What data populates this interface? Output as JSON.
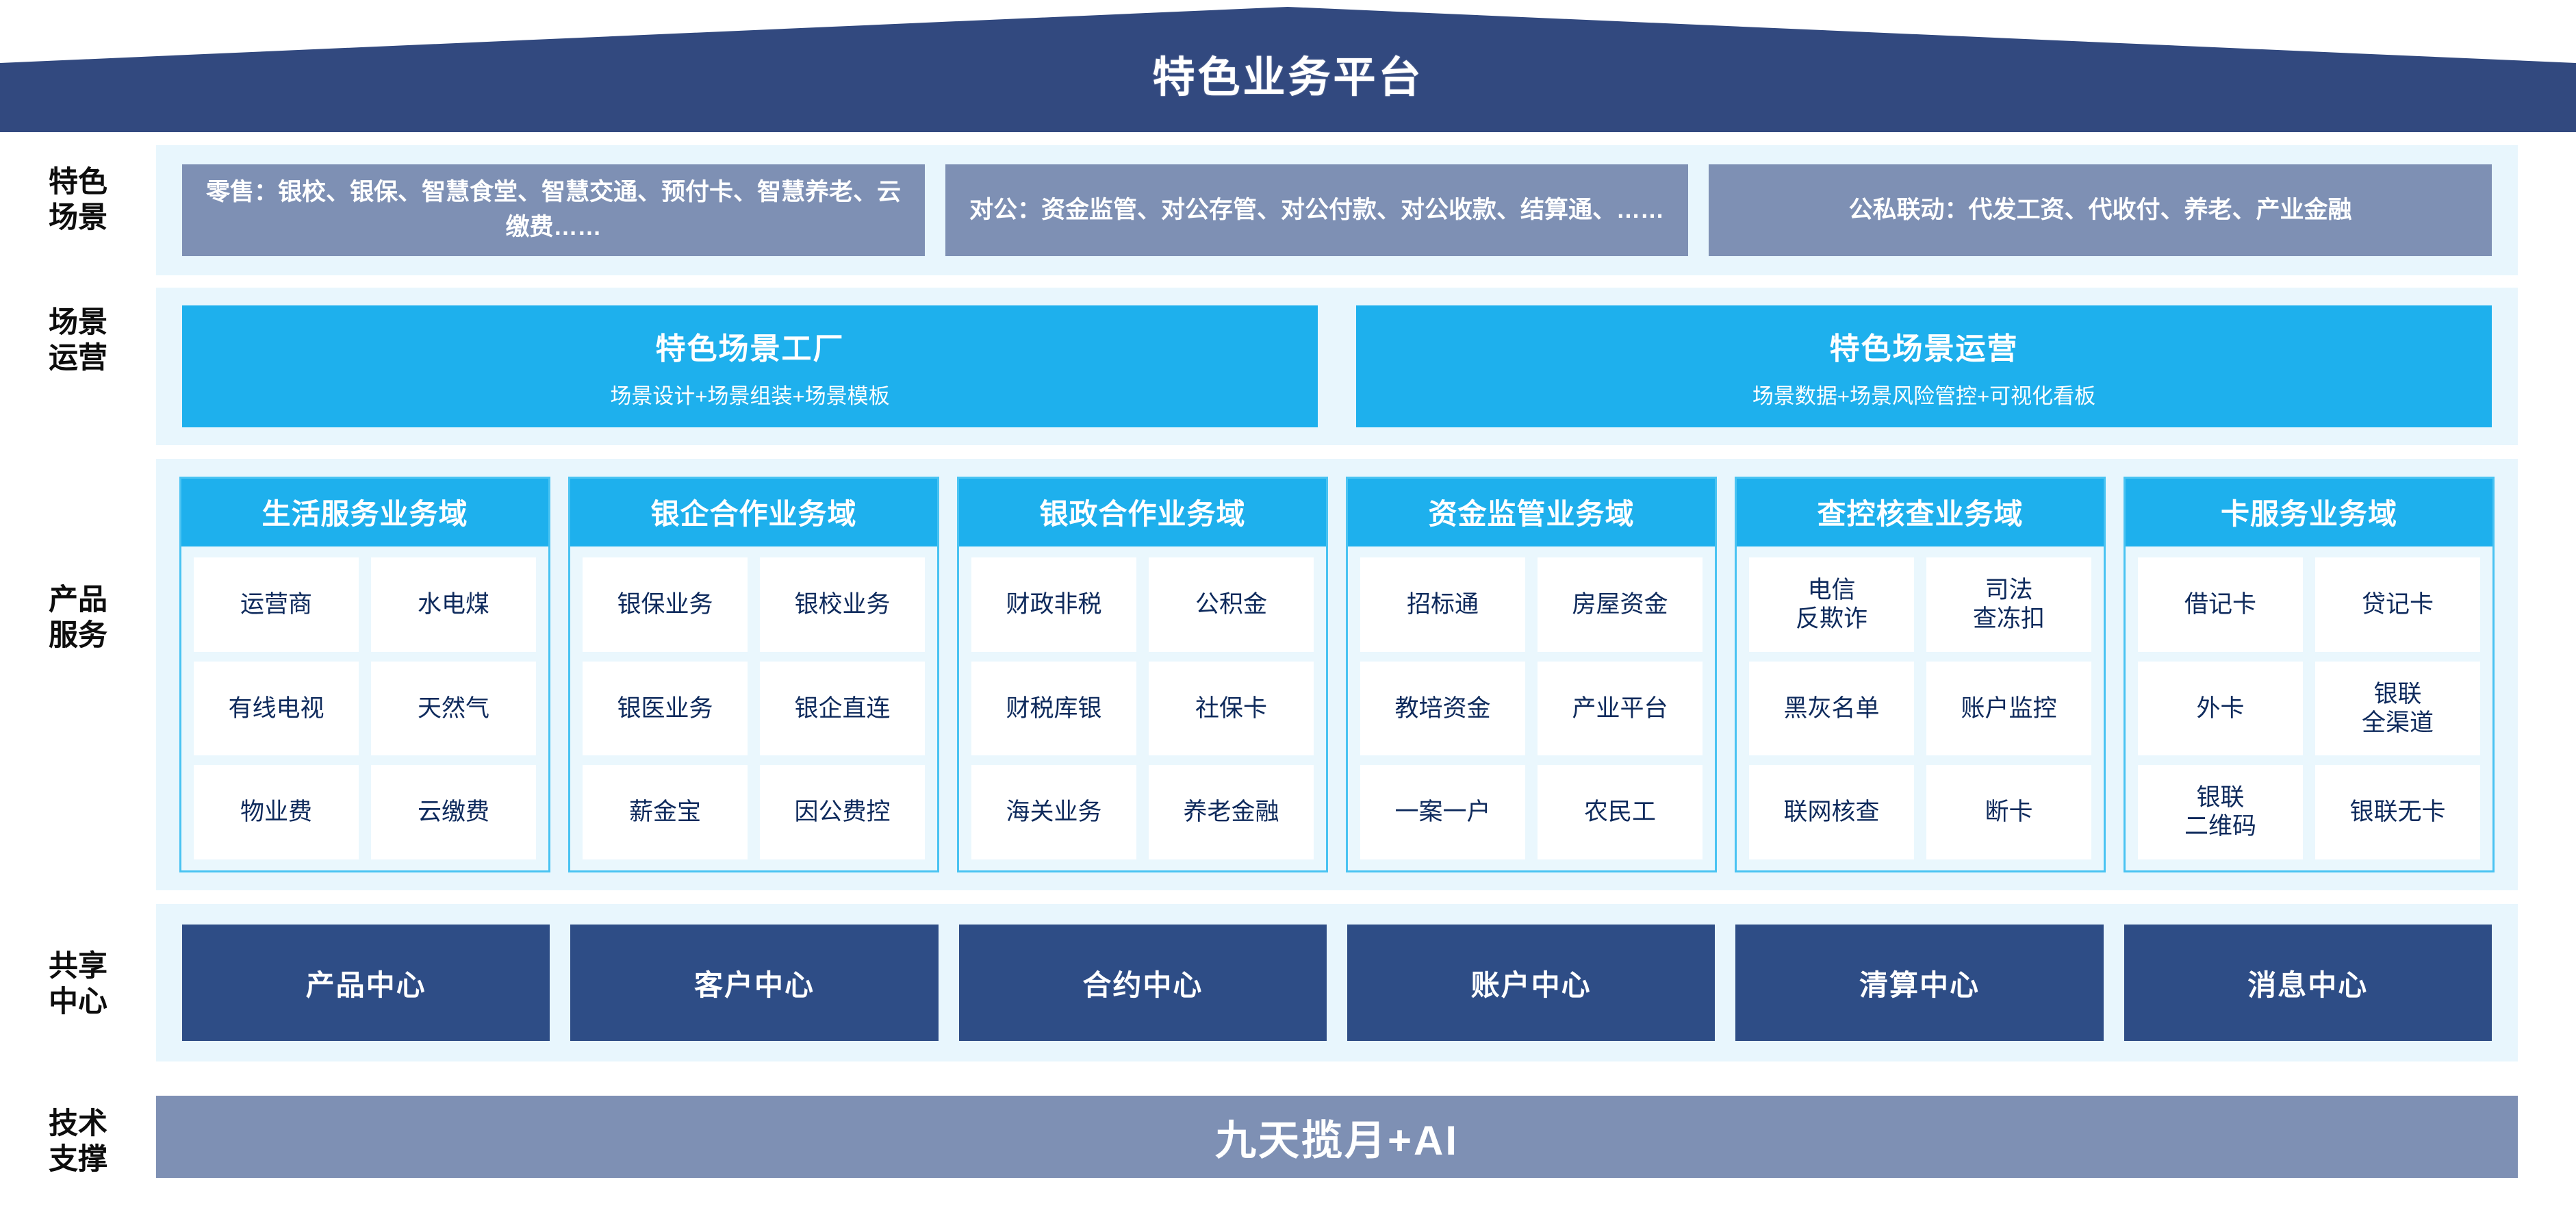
{
  "header": {
    "title": "特色业务平台",
    "roof_color": "#32497f"
  },
  "rails": [
    {
      "name": "scene-rail",
      "label": "特色\n场景"
    },
    {
      "name": "operation-rail",
      "label": "场景\n运营"
    },
    {
      "name": "product-rail",
      "label": "产品\n服务"
    },
    {
      "name": "share-rail",
      "label": "共享\n中心"
    },
    {
      "name": "tech-rail",
      "label": "技术\n支撑"
    }
  ],
  "scenes": {
    "retail": "零售：银校、银保、智慧食堂、智慧交通、预付卡、智慧养老、云缴费……",
    "corporate": "对公：资金监管、对公存管、对公付款、对公收款、结算通、……",
    "linkage": "公私联动：代发工资、代收付、养老、产业金融"
  },
  "operations": [
    {
      "title": "特色场景工厂",
      "subtitle": "场景设计+场景组装+场景模板"
    },
    {
      "title": "特色场景运营",
      "subtitle": "场景数据+场景风险管控+可视化看板"
    }
  ],
  "domains": [
    {
      "title": "生活服务业务域",
      "cells": [
        "运营商",
        "水电煤",
        "有线电视",
        "天然气",
        "物业费",
        "云缴费"
      ]
    },
    {
      "title": "银企合作业务域",
      "cells": [
        "银保业务",
        "银校业务",
        "银医业务",
        "银企直连",
        "薪金宝",
        "因公费控"
      ]
    },
    {
      "title": "银政合作业务域",
      "cells": [
        "财政非税",
        "公积金",
        "财税库银",
        "社保卡",
        "海关业务",
        "养老金融"
      ]
    },
    {
      "title": "资金监管业务域",
      "cells": [
        "招标通",
        "房屋资金",
        "教培资金",
        "产业平台",
        "一案一户",
        "农民工"
      ]
    },
    {
      "title": "查控核查业务域",
      "cells": [
        "电信\n反欺诈",
        "司法\n查冻扣",
        "黑灰名单",
        "账户监控",
        "联网核查",
        "断卡"
      ]
    },
    {
      "title": "卡服务业务域",
      "cells": [
        "借记卡",
        "贷记卡",
        "外卡",
        "银联\n全渠道",
        "银联\n二维码",
        "银联无卡"
      ]
    }
  ],
  "shared_centers": [
    "产品中心",
    "客户中心",
    "合约中心",
    "账户中心",
    "清算中心",
    "消息中心"
  ],
  "tech_support": "九天揽月+AI",
  "colors": {
    "roof": "#32497f",
    "panel": "#e8f6fd",
    "scene_box": "#7e90b4",
    "cyan": "#1eb0ed",
    "domain_border": "#49c3f2",
    "domain_body": "#eaf7fd",
    "cell_text": "#0e2a5c",
    "share_box": "#2e4d86",
    "tech_band": "#7e90b4"
  }
}
